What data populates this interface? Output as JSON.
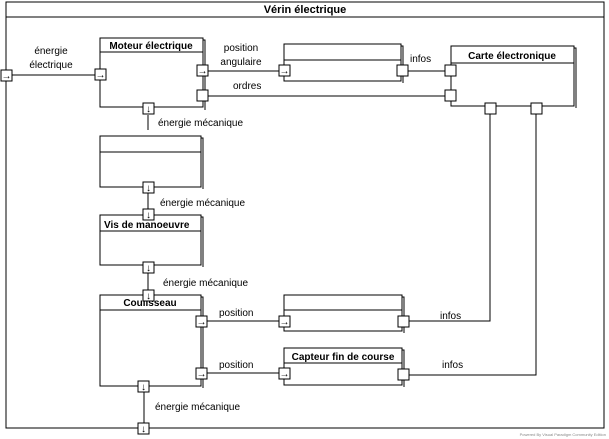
{
  "frame": {
    "title": "Vérin électrique"
  },
  "blocks": {
    "moteur": "Moteur électrique",
    "carte": "Carte électronique",
    "vis": "Vis de manoeuvre",
    "coulisseau": "Coulisseau",
    "capteur": "Capteur fin de course",
    "empty_top": "",
    "empty_mid": "",
    "empty_bottom": ""
  },
  "flows": {
    "input_energy_1": "énergie",
    "input_energy_2": "électrique",
    "position_1": "position",
    "position_2": "angulaire",
    "infos_top": "infos",
    "ordres": "ordres",
    "meca_1": "énergie mécanique",
    "meca_2": "énergie mécanique",
    "meca_3": "énergie mécanique",
    "position_mid": "position",
    "infos_mid": "infos",
    "position_low": "position",
    "infos_low": "infos",
    "meca_out": "énergie mécanique"
  },
  "icons": {
    "arrow_right": "→",
    "arrow_down": "↓"
  },
  "watermark": "Powered By Visual Paradigm Community Edition"
}
